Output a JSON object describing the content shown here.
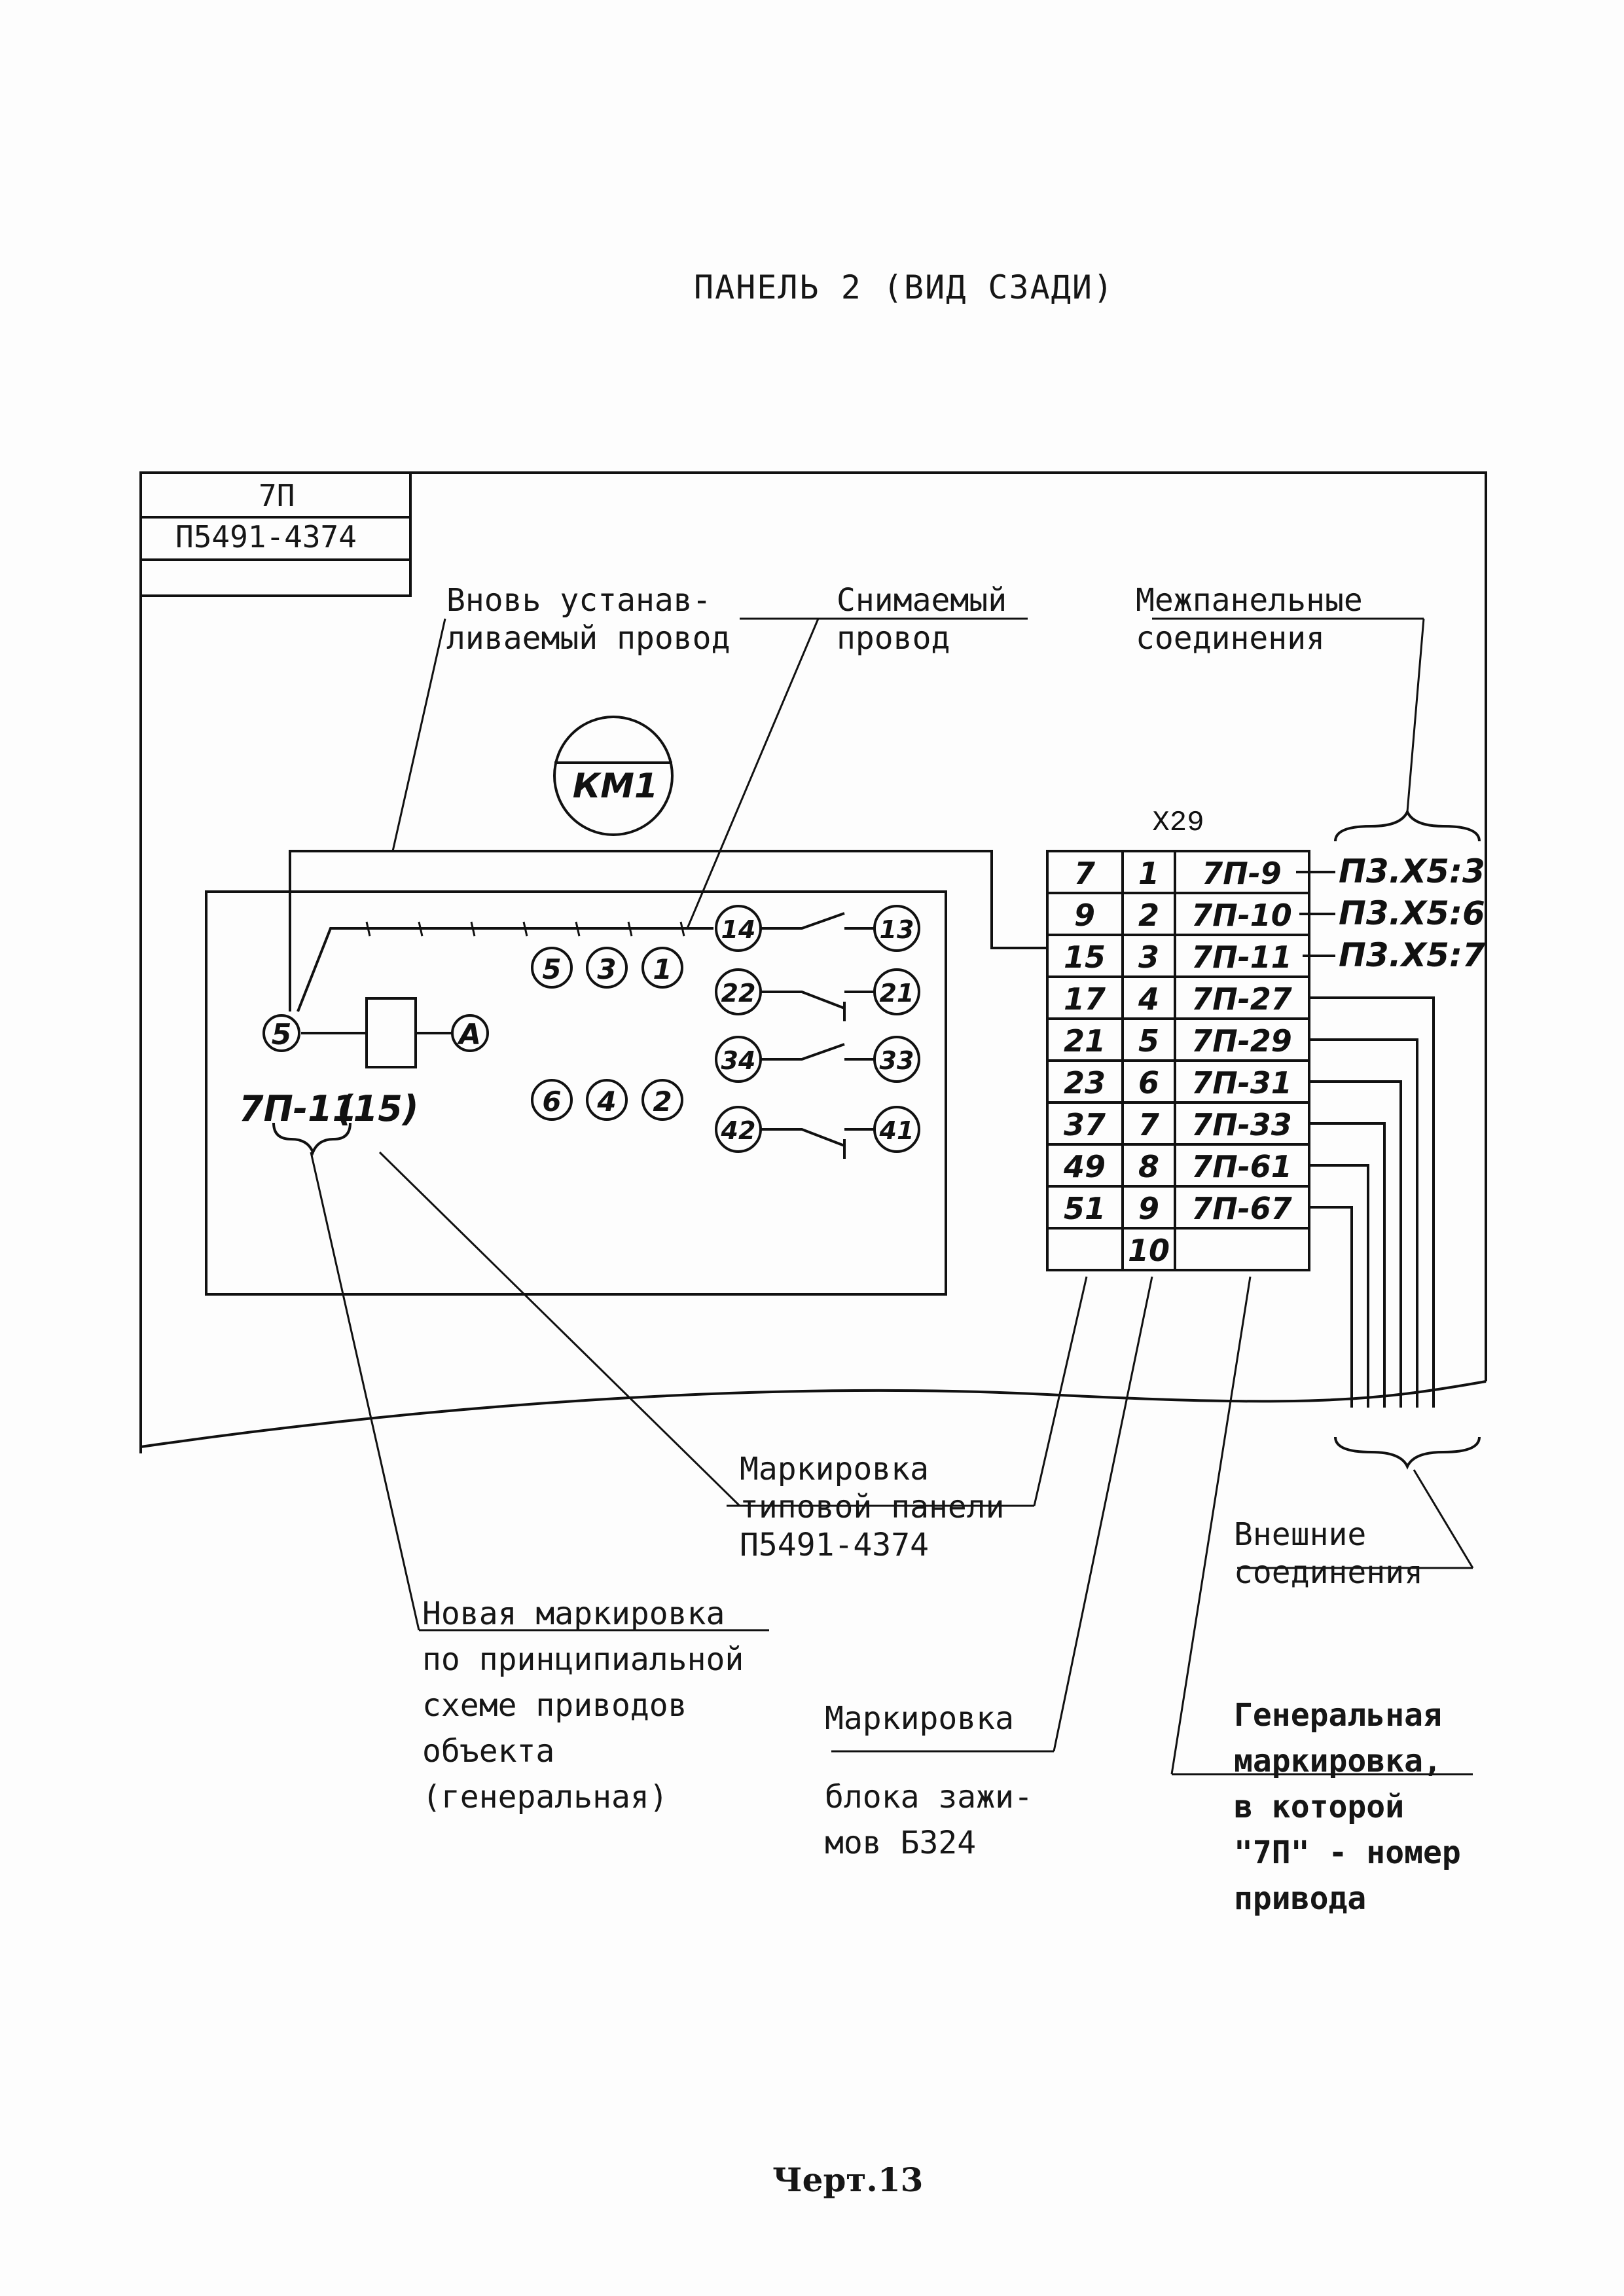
{
  "header": {
    "faint_text": "",
    "title": "ПАНЕЛЬ 2 (ВИД СЗАДИ)"
  },
  "stamp": {
    "line1": "7П",
    "line2": "П5491-4374"
  },
  "labels": {
    "new_wire": [
      "Вновь устанав-",
      "ливаемый провод"
    ],
    "removed_wire": [
      "Снимаемый",
      "провод"
    ],
    "interpanel": [
      "Межпанельные",
      "соединения"
    ],
    "external": [
      "Внешние",
      "соединения"
    ],
    "panel_marking": [
      "Маркировка",
      "типовой панели",
      "П5491-4374"
    ],
    "new_marking": [
      "Новая маркировка",
      "по принципиальной",
      "схеме приводов",
      "объекта",
      "(генеральная)"
    ],
    "block_marking": [
      "Маркировка",
      "блока зажи-",
      "мов Б324"
    ],
    "general_marking": [
      "Генеральная",
      "маркировка,",
      "в которой",
      "\"7П\" - номер",
      "привода"
    ]
  },
  "relay": {
    "name": "КМ1",
    "coil_left": "5",
    "coil_right": "А",
    "marking_new": "7П-11",
    "marking_old": "(15)",
    "contacts_top": [
      "5",
      "3",
      "1"
    ],
    "contacts_bottom": [
      "6",
      "4",
      "2"
    ],
    "aux_left": [
      "14",
      "22",
      "34",
      "42"
    ],
    "aux_right": [
      "13",
      "21",
      "33",
      "41"
    ]
  },
  "terminal_block": {
    "name": "X29",
    "rows": [
      {
        "panel": "7",
        "num": "1",
        "general": "7П-9"
      },
      {
        "panel": "9",
        "num": "2",
        "general": "7П-10"
      },
      {
        "panel": "15",
        "num": "3",
        "general": "7П-11"
      },
      {
        "panel": "17",
        "num": "4",
        "general": "7П-27"
      },
      {
        "panel": "21",
        "num": "5",
        "general": "7П-29"
      },
      {
        "panel": "23",
        "num": "6",
        "general": "7П-31"
      },
      {
        "panel": "37",
        "num": "7",
        "general": "7П-33"
      },
      {
        "panel": "49",
        "num": "8",
        "general": "7П-61"
      },
      {
        "panel": "51",
        "num": "9",
        "general": "7П-67"
      },
      {
        "panel": "",
        "num": "10",
        "general": ""
      }
    ],
    "interpanel_targets": [
      "П3.Х5:3",
      "П3.Х5:6",
      "П3.Х5:7"
    ]
  },
  "footer": "Черт.13"
}
